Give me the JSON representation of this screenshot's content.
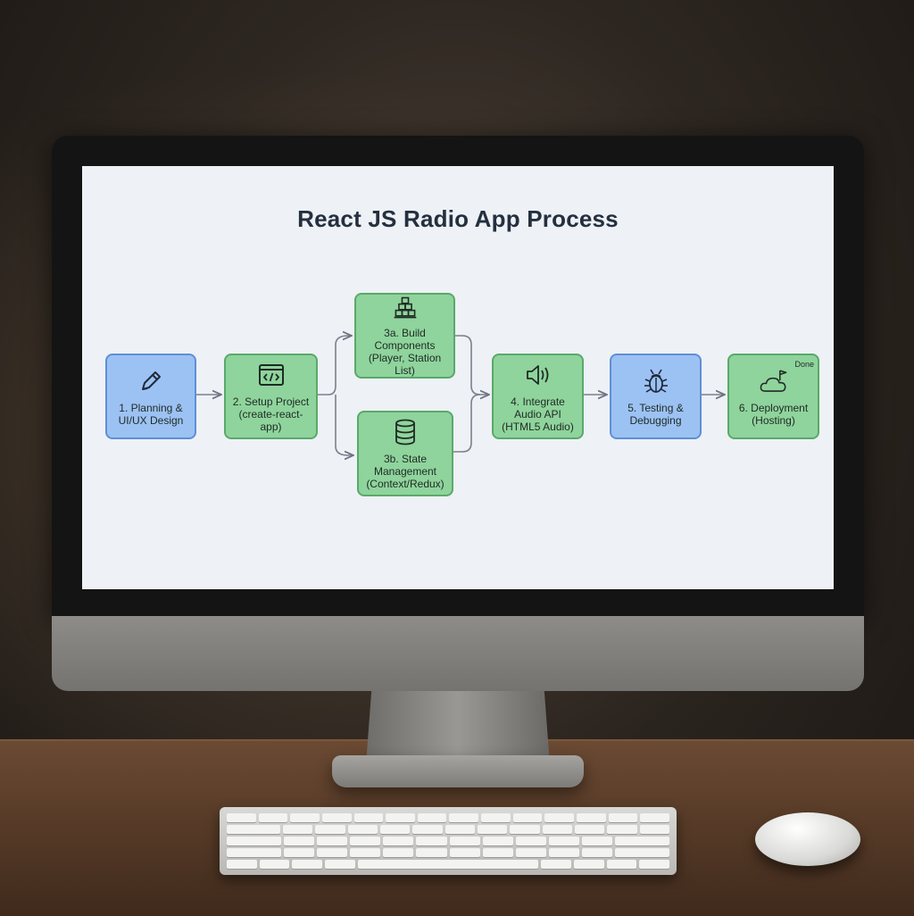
{
  "diagram": {
    "title": "React JS Radio App Process",
    "nodes": [
      {
        "id": "planning",
        "label": "1. Planning &\nUI/UX Design",
        "icon": "pencil-icon",
        "color": "#9cc2f4"
      },
      {
        "id": "setup",
        "label": "2. Setup Project\n(create-react-app)",
        "icon": "code-window-icon",
        "color": "#8fd49c"
      },
      {
        "id": "components",
        "label": "3a. Build\nComponents\n(Player, Station List)",
        "icon": "blocks-icon",
        "color": "#8fd49c"
      },
      {
        "id": "state",
        "label": "3b. State\nManagement\n(Context/Redux)",
        "icon": "database-icon",
        "color": "#8fd49c"
      },
      {
        "id": "audio",
        "label": "4. Integrate\nAudio API\n(HTML5 Audio)",
        "icon": "speaker-icon",
        "color": "#8fd49c"
      },
      {
        "id": "testing",
        "label": "5. Testing &\nDebugging",
        "icon": "bug-icon",
        "color": "#9cc2f4"
      },
      {
        "id": "deployment",
        "label": "6. Deployment\n(Hosting)",
        "icon": "cloud-flag-icon",
        "color": "#8fd49c",
        "tag": "Done"
      }
    ],
    "edges": [
      [
        "planning",
        "setup"
      ],
      [
        "setup",
        "components"
      ],
      [
        "setup",
        "state"
      ],
      [
        "components",
        "audio"
      ],
      [
        "state",
        "audio"
      ],
      [
        "audio",
        "testing"
      ],
      [
        "testing",
        "deployment"
      ]
    ]
  }
}
